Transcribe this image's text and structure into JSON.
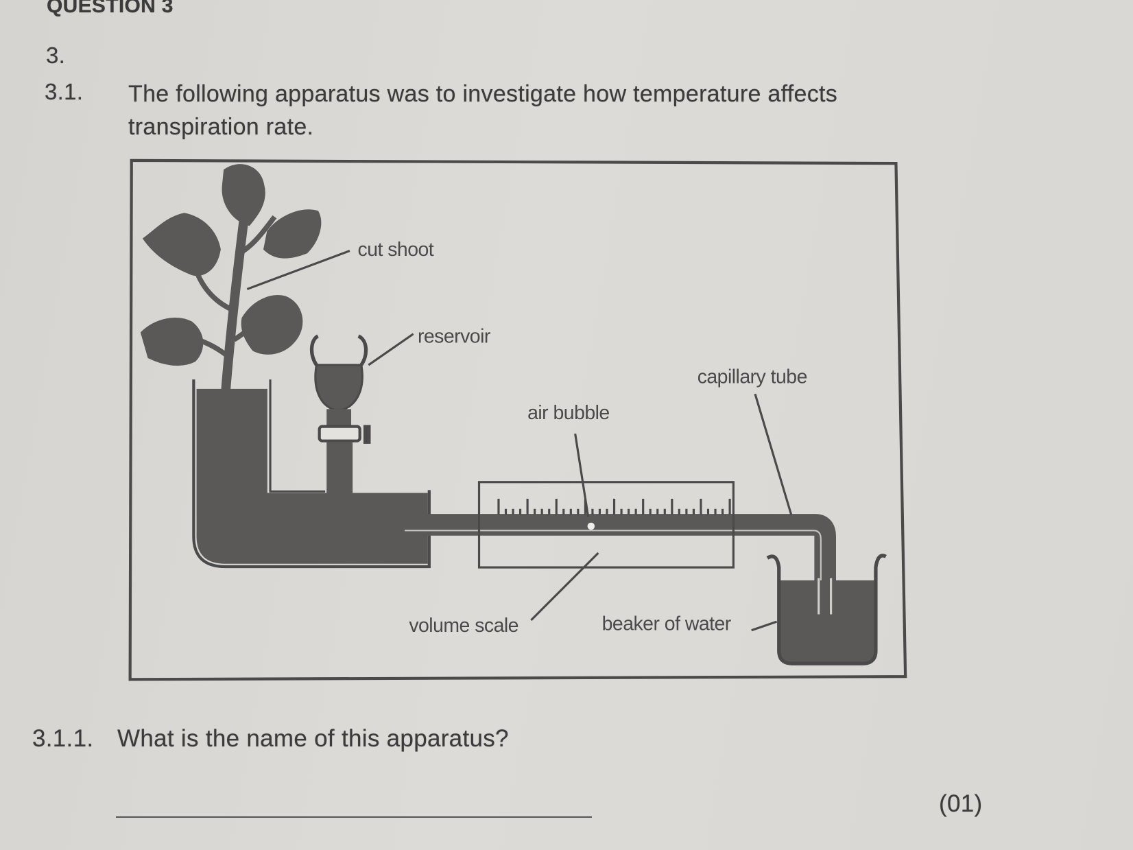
{
  "heading": "QUESTION 3",
  "question_number": "3.",
  "sub_question": {
    "number": "3.1.",
    "text_line1": "The following apparatus was to investigate how temperature affects",
    "text_line2": "transpiration rate."
  },
  "diagram": {
    "labels": {
      "cut_shoot": "cut shoot",
      "reservoir": "reservoir",
      "capillary_tube": "capillary tube",
      "air_bubble": "air bubble",
      "volume_scale": "volume scale",
      "beaker_of_water": "beaker of water"
    },
    "colors": {
      "fill": "#5a5957",
      "line": "#4a4a4a",
      "paper": "#dcdad6"
    }
  },
  "question_3_1_1": {
    "number": "3.1.1.",
    "text": "What is the name of this apparatus?",
    "marks": "(01)"
  }
}
